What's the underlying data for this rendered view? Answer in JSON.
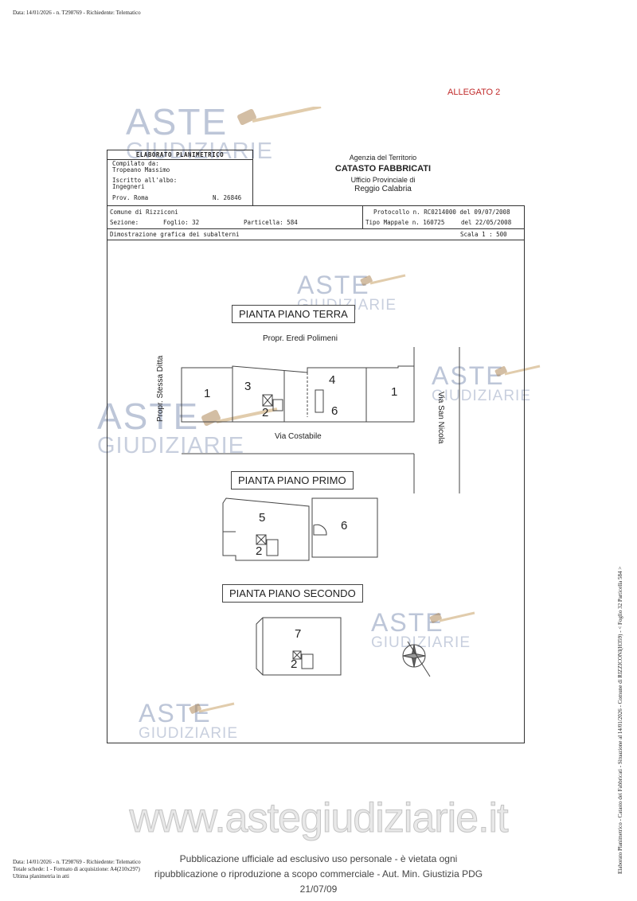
{
  "header_line": "Data: 14/01/2026 - n. T298769 - Richiedente: Telematico",
  "allegato": "ALLEGATO 2",
  "watermark": {
    "line1": "ASTE",
    "line2": "GIUDIZIARIE"
  },
  "elaborato": {
    "title": "ELABORATO PLANIMETRICO",
    "compilato_label": "Compilato da:",
    "compilato_value": "Tropeano Massimo",
    "iscritto_label": "Iscritto all'albo:",
    "iscritto_value": "Ingegneri",
    "prov": "Prov. Roma",
    "numero": "N. 26846"
  },
  "agency": {
    "line1": "Agenzia del Territorio",
    "line2": "CATASTO FABBRICATI",
    "line3": "Ufficio Provinciale di",
    "line4": "Reggio Calabria"
  },
  "info": {
    "comune": "Comune di Rizziconi",
    "sezione": "Sezione:",
    "foglio": "Foglio: 32",
    "particella": "Particella: 584",
    "protocollo": "Protocollo n. RC0214000 del 09/07/2008",
    "tipo_mappale": "Tipo Mappale n. 160725",
    "tipo_mappale_data": "del 22/05/2008",
    "dimostrazione": "Dimostrazione grafica dei subalterni",
    "scala": "Scala 1 : 500"
  },
  "plans": {
    "terra": "PIANTA PIANO  TERRA",
    "primo": "PIANTA PIANO PRIMO",
    "secondo": "PIANTA PIANO SECONDO"
  },
  "labels": {
    "eredi": "Propr. Eredi Polimeni",
    "stessa": "Propr. Stessa Ditta",
    "via_costabile": "Via Costabile",
    "via_san_nicola": "Via San Nicola"
  },
  "units": {
    "t1a": "1",
    "t3": "3",
    "t4": "4",
    "t1b": "1",
    "t2": "2",
    "t6": "6",
    "p5": "5",
    "p6": "6",
    "p2": "2",
    "s7": "7",
    "s2": "2"
  },
  "site": "www.astegiudiziarie.it",
  "publication": {
    "line1": "Pubblicazione ufficiale ad esclusivo uso personale - è vietata ogni",
    "line2": "ripubblicazione o riproduzione a scopo commerciale - Aut. Min. Giustizia PDG 21/07/09"
  },
  "footer": {
    "line1": "Data: 14/01/2026 - n. T298769 - Richiedente: Telematico",
    "line2": "Totale schede: 1 - Formato di acquisizione: A4(210x297)",
    "line3": "Ultima planimetria in atti"
  },
  "side": "Elaborato Planimetrico - Catasto dei Fabbricati - Situazione al 14/01/2026 - Comune di RIZZICONI(H359) - < Foglio 32 Particella 584 >"
}
